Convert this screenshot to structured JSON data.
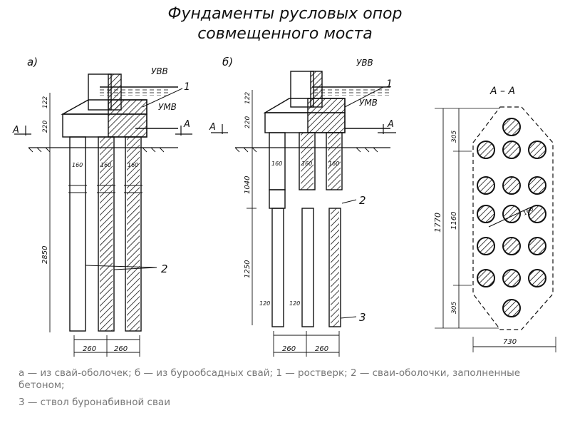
{
  "title": {
    "line1": "Фундаменты русловых опор",
    "line2": "совмещенного моста"
  },
  "figure": {
    "panel_a": "а)",
    "panel_b": "б)",
    "section": "А – А",
    "section_mark": "А",
    "water_high": "УВВ",
    "water_low": "УМВ",
    "callouts": {
      "grillage": "1",
      "shell_piles": "2",
      "pile_shaft": "3"
    },
    "dims_a": {
      "top1": "122",
      "top2": "220",
      "depth": "2850",
      "pile_d1": "160",
      "pile_d2": "160",
      "pile_d3": "160",
      "spacing1": "260",
      "spacing2": "260"
    },
    "dims_b": {
      "top1": "122",
      "top2": "220",
      "casing": "1040",
      "shaft": "1250",
      "d1": "160",
      "d2": "160",
      "d3": "160",
      "d4": "120",
      "d5": "120",
      "spacing1": "260",
      "spacing2": "260"
    },
    "dims_section": {
      "total": "1770",
      "top": "305",
      "mid": "1160",
      "bottom": "305",
      "width": "730",
      "pile_d": "160"
    }
  },
  "caption": {
    "line1": "а — из свай-оболочек; б — из бурообсадных свай; 1 — ростверк; 2 — сваи-оболочки, заполненные бетоном;",
    "line2": "3 — ствол буронабивной сваи"
  },
  "colors": {
    "ink": "#111111",
    "caption": "#777777"
  }
}
